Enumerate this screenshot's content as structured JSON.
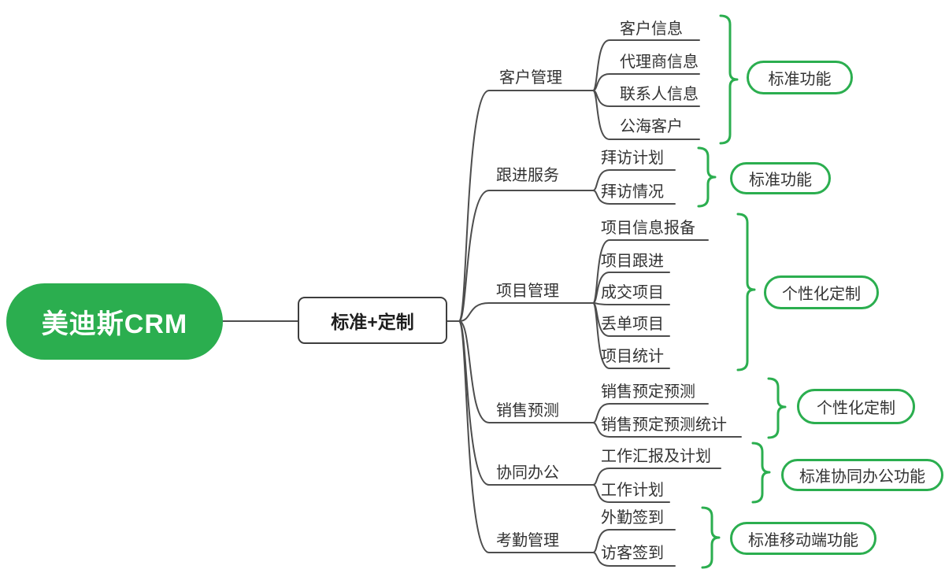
{
  "root": {
    "label": "美迪斯CRM"
  },
  "topic": {
    "label": "标准+定制"
  },
  "branches": [
    {
      "label": "客户管理",
      "children": [
        "客户信息",
        "代理商信息",
        "联系人信息",
        "公海客户"
      ],
      "annotation": "标准功能"
    },
    {
      "label": "跟进服务",
      "children": [
        "拜访计划",
        "拜访情况"
      ],
      "annotation": "标准功能"
    },
    {
      "label": "项目管理",
      "children": [
        "项目信息报备",
        "项目跟进",
        "成交项目",
        "丢单项目",
        "项目统计"
      ],
      "annotation": "个性化定制"
    },
    {
      "label": "销售预测",
      "children": [
        "销售预定预测",
        "销售预定预测统计"
      ],
      "annotation": "个性化定制"
    },
    {
      "label": "协同办公",
      "children": [
        "工作汇报及计划",
        "工作计划"
      ],
      "annotation": "标准协同办公功能"
    },
    {
      "label": "考勤管理",
      "children": [
        "外勤签到",
        "访客签到"
      ],
      "annotation": "标准移动端功能"
    }
  ],
  "colors": {
    "accent_green": "#2BAE4F",
    "line_gray": "#4d4d4d",
    "text_dark": "#333333"
  }
}
